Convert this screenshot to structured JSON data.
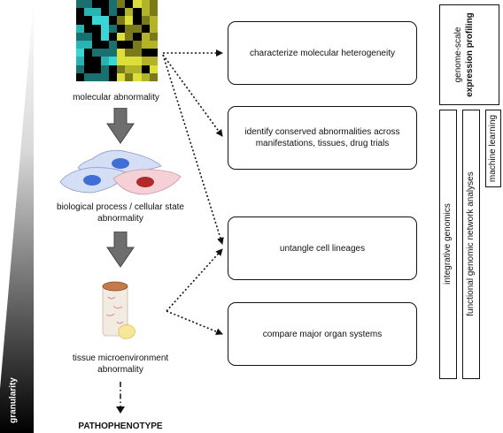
{
  "side_label": "granularity",
  "levels": {
    "molecular": "molecular abnormality",
    "cellular": "biological process / cellular state abnormality",
    "tissue": "tissue microenvironment abnormality",
    "outcome": "PATHOPHENOTYPE"
  },
  "goals": [
    "characterize molecular heterogeneity",
    "identify conserved abnormalities across manifestations, tissues, drug trials",
    "untangle cell lineages",
    "compare major organ systems"
  ],
  "methods": {
    "profiling_line1": "genome-scale",
    "profiling_line2": "expression profiling",
    "integrative": "integrative genomics",
    "network": "functional genomic network analyses",
    "ml": "machine learning"
  },
  "colors": {
    "heatmap": [
      "#000000",
      "#1a6f6f",
      "#2ab3b3",
      "#3ad6d6",
      "#7a7a1a",
      "#b3b32a",
      "#dede3a"
    ],
    "cell_body": "#d4def5",
    "cell_alt": "#f5d0d6",
    "nucleus_blue": "#3f6fd6",
    "nucleus_red": "#b02a2a",
    "arrow_gray": "#6e6e6e",
    "gradient_dark": "#000000"
  }
}
